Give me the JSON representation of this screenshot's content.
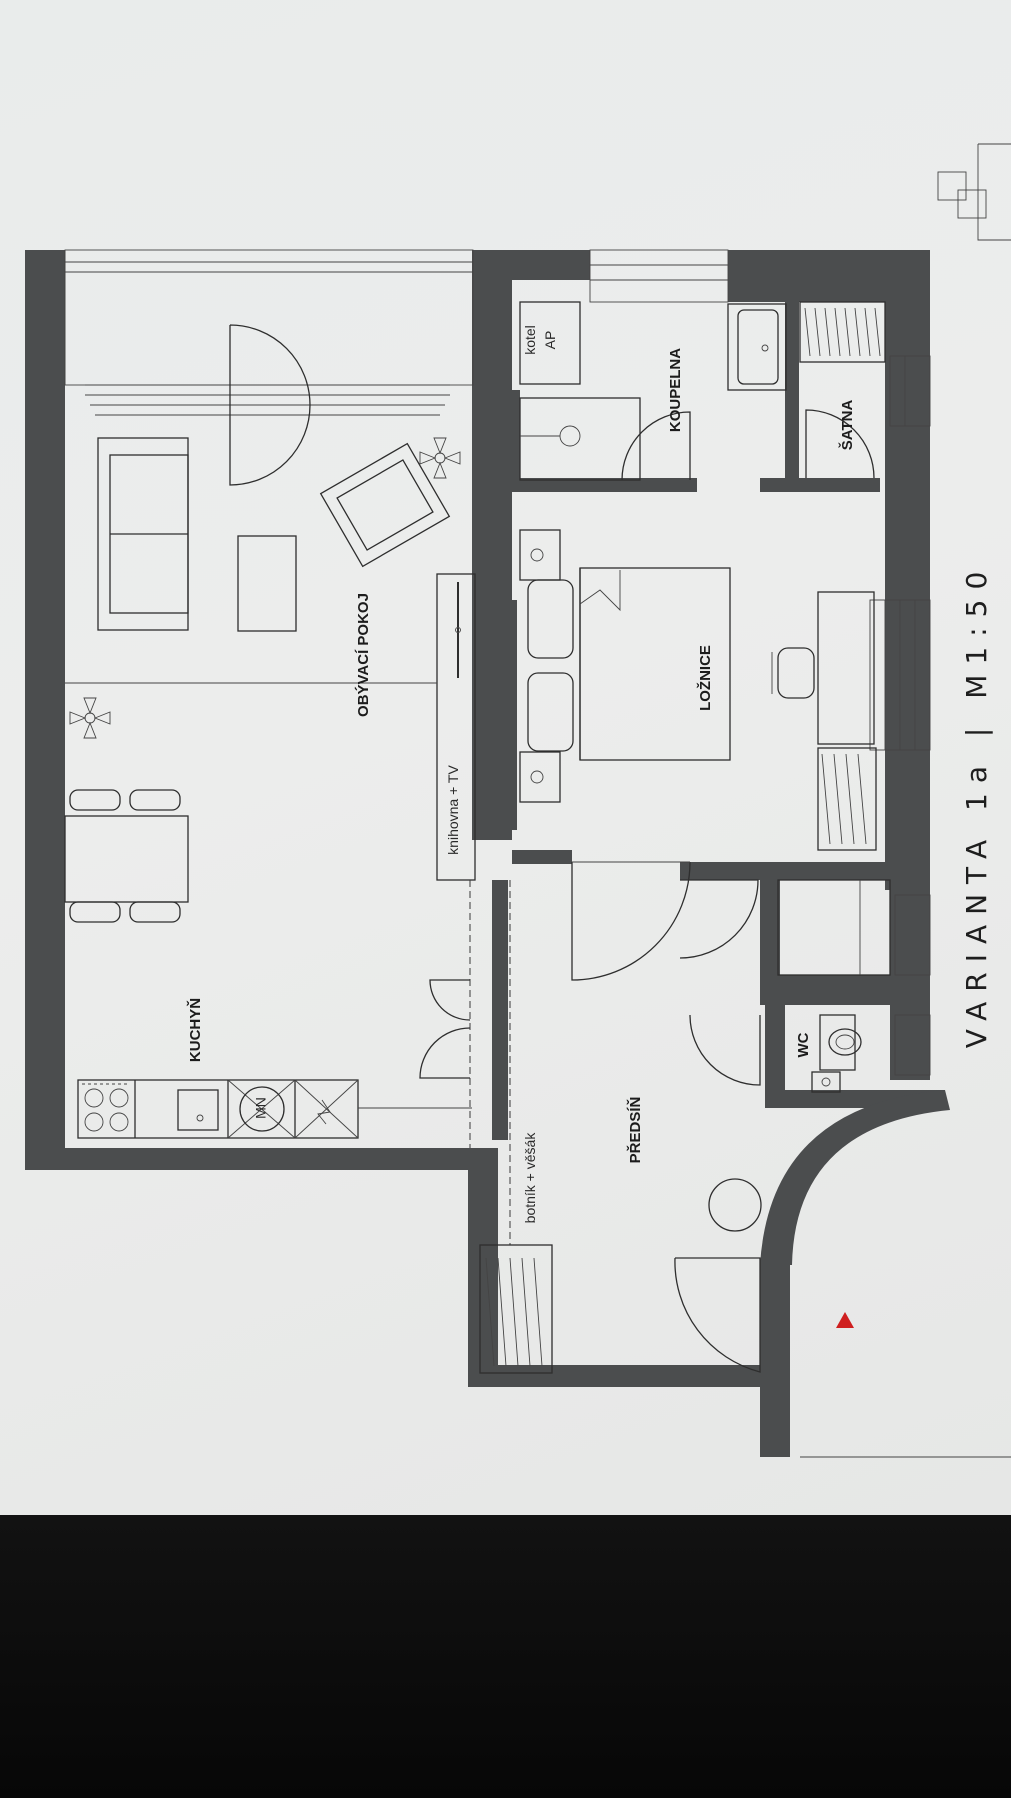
{
  "drawing": {
    "title": "VARIANTA 1a | M1:50",
    "rooms": {
      "kitchen": "KUCHYŇ",
      "living_room": "OBÝVACÍ POKOJ",
      "bedroom": "LOŽNICE",
      "bathroom": "KOUPELNA",
      "wardrobe": "ŠATNA",
      "hallway": "PŘEDSÍŇ",
      "wc": "WC"
    },
    "notes": {
      "bookcase": "knihovna + TV",
      "shoe_rack": "botník + věšák",
      "boiler": "kotel",
      "boiler_sub": "AP",
      "stove_marking": "MN"
    }
  }
}
